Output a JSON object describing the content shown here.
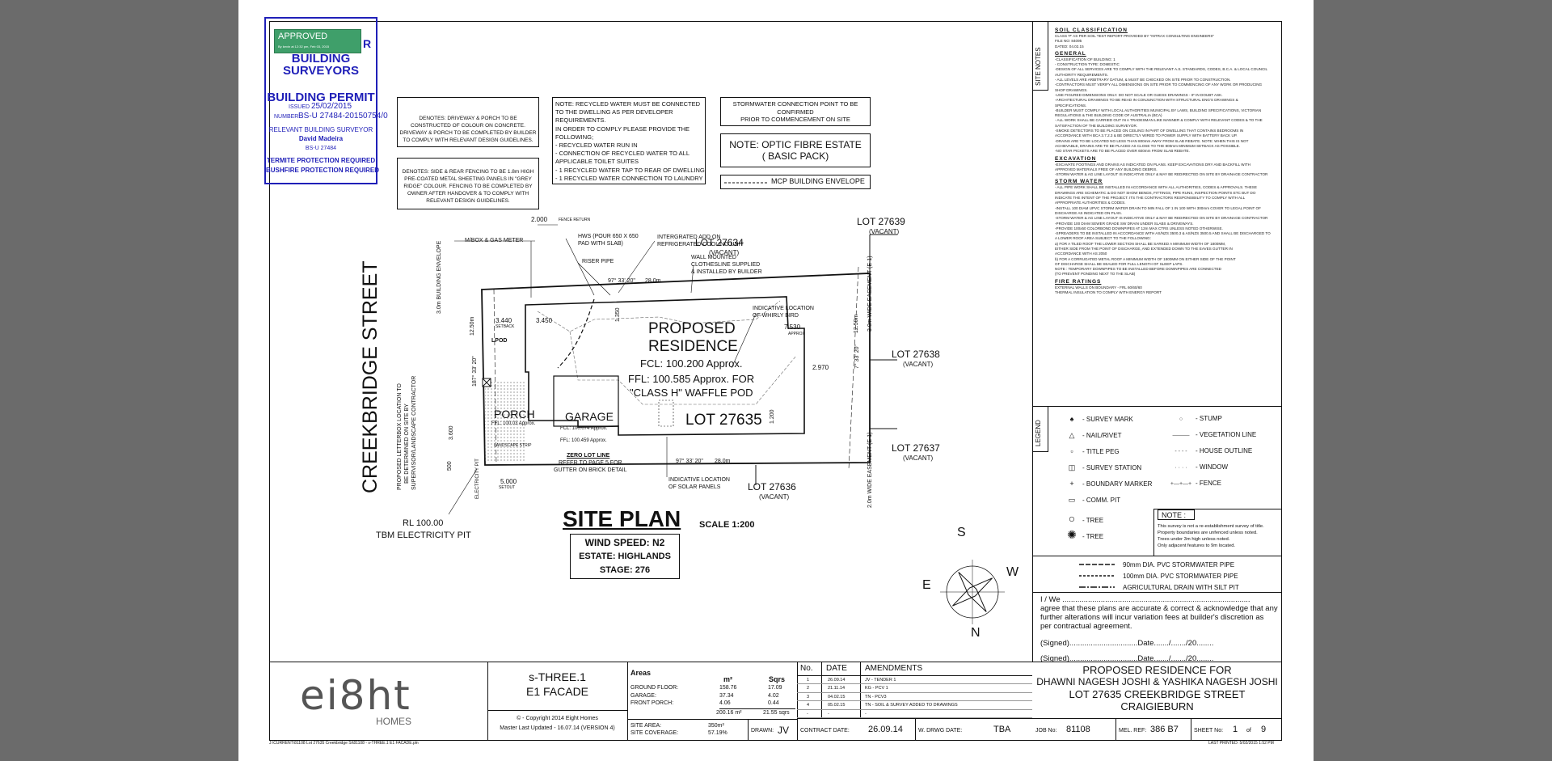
{
  "stamp": {
    "approved": "APPROVED",
    "approved_sub": "By kevin at 12:32 pm, Feb 03, 2015",
    "company_r": "R",
    "company_line1": "BUILDING",
    "company_line2": "SURVEYORS",
    "permit_title": "BUILDING PERMIT",
    "issued_label": "ISSUED",
    "issued_date": "25/02/2015",
    "number_label": "NUMBER",
    "number_value": "BS-U 27484-20150754/0",
    "rbs_label": "RELEVANT BUILDING SURVEYOR",
    "rbs_name": "David Madeira",
    "rbs_reg": "BS-U 27484",
    "termite": "TERMITE PROTECTION REQUIRED",
    "bushfire": "BUSHFIRE PROTECTION REQUIRED"
  },
  "notes": {
    "denotes1": [
      "DENOTES: DRIVEWAY & PORCH TO BE",
      "CONSTRUCTED OF COLOUR ON CONCRETE.",
      "DRIVEWAY & PORCH TO BE COMPLETED BY BUILDER",
      "TO COMPLY WITH RELEVANT DESIGN GUIDELINES."
    ],
    "denotes2": [
      "DENOTES: SIDE & REAR FENCING TO BE 1.8m HIGH",
      "PRE-COATED METAL SHEETING PANELS IN \"GREY",
      "RIDGE\" COLOUR. FENCING TO BE COMPLETED BY",
      "OWNER AFTER HANDOVER & TO COMPLY WITH",
      "RELEVANT DESIGN GUIDELINES."
    ],
    "recycled": [
      "NOTE: RECYCLED WATER MUST BE CONNECTED",
      "TO THE DWELLING AS PER DEVELOPER",
      "REQUIREMENTS.",
      "IN ORDER TO COMPLY PLEASE PROVIDE THE",
      "FOLLOWING;",
      "- RECYCLED WATER RUN IN",
      "- CONNECTION OF RECYCLED WATER TO ALL",
      "APPLICABLE TOILET SUITES",
      "- 1 RECYCLED WATER TAP TO REAR OF DWELLING",
      "- 1 RECYCLED WATER CONNECTION TO LAUNDRY"
    ],
    "stormwater": [
      "STORMWATER CONNECTION POINT TO BE",
      "CONFIRMED",
      "PRIOR TO COMMENCEMENT ON SITE"
    ],
    "optic": [
      "NOTE: OPTIC FIBRE ESTATE",
      "( BASIC PACK)"
    ],
    "envelope": "MCP BUILDING ENVELOPE"
  },
  "plan": {
    "street": "CREEKBRIDGE STREET",
    "lot_main": "LOT 27635",
    "lots": [
      "LOT 27639",
      "LOT 27634",
      "LOT 27638",
      "LOT 27637",
      "LOT 27636"
    ],
    "vacant": "(VACANT)",
    "proposed": [
      "PROPOSED",
      "RESIDENCE"
    ],
    "fcl": "FCL: 100.200 Approx.",
    "ffl": "FFL: 100.585 Approx. FOR",
    "pod": "\"CLASS H\" WAFFLE POD",
    "porch": "PORCH",
    "porch_ffl": "FFL: 100.03 Approx.",
    "garage": "GARAGE",
    "garage_fcl": "FCL: 100.074 Approx.",
    "garage_ffl": "FFL: 100.459 Approx.",
    "lpod": "LPOD",
    "labels": {
      "mbox": "M/BOX & GAS METER",
      "fence_return": "FENCE RETURN",
      "hws": [
        "HWS (POUR 650 X 650",
        "PAD WITH SLAB)"
      ],
      "riser": "RISER PIPE",
      "integrated": [
        "INTERGRATED ADD ON",
        "REFRIGERATED COOLING UNIT"
      ],
      "clothesline": [
        "WALL MOUNTED",
        "CLOTHESLINE SUPPLIED",
        "& INSTALLED BY BUILDER"
      ],
      "whirly": [
        "INDICATIVE LOCATION",
        "OF WHIRLY BIRD"
      ],
      "solar": [
        "INDICATIVE LOCATION",
        "OF SOLAR PANELS"
      ],
      "zero_lot": "ZERO LOT LINE",
      "zero_lot_ref": [
        "REFER TO PAGE 5 FOR",
        "GUTTER ON BRICK DETAIL"
      ],
      "letterbox": [
        "PROPOSED LETTERBOX LOCATION TO",
        "BE DETERMINED ON SITE BY",
        "SUPERVISOR/LANDSCAPE CONTRACTOR"
      ],
      "envelope_3": "3.0m BUILDING ENVELOPE",
      "easement1": "3.0m WIDE EASEMENT (E-1)",
      "easement2": "2.0m WIDE EASEMENT (E-1)",
      "landscape": "LANDSCAPE STRIP",
      "setback": "SETBACK",
      "setout": "SETOUT",
      "approx": "APPROX",
      "electricity": "ELECTRICITY PIT"
    },
    "dims": {
      "d2000": "2.000",
      "d3440": "3.440",
      "d3450": "3.450",
      "d1350": "1.350",
      "d7530": "7.530",
      "d2970": "2.970",
      "d1200": "1.200",
      "d3600": "3.600",
      "d5000": "5.000",
      "d500": "500",
      "d12500": "12.50m",
      "d12500b": "12.50m",
      "b97": "97° 33' 20\"",
      "b28": "28.0m",
      "b187": "187° 33' 20\"",
      "b7": "7° 33' 20\""
    },
    "rl": "RL 100.00",
    "tbm": "TBM ELECTRICITY PIT",
    "site_plan": "SITE PLAN",
    "scale": "SCALE 1:200",
    "wind": "WIND SPEED: N2",
    "estate": "ESTATE: HIGHLANDS",
    "stage": "STAGE: 276",
    "compass": {
      "s": "S",
      "w": "W",
      "e": "E",
      "n": "N"
    }
  },
  "site_notes": {
    "side_title": "SITE NOTES",
    "soil_title": "SOIL CLASSIFICATION",
    "soil_lines": [
      "CLASS 'P' AS PER SOIL TEST REPORT PROVIDED BY \"INTRAX CONSULTING ENGINEERS\"",
      "FILE NO: 84095",
      "DATED: 04.02.15"
    ],
    "general_title": "GENERAL",
    "general_lines": [
      "-CLASSIFICATION OF BUILDING: 1",
      "- CONSTRUCTION TYPE: DOMESTIC",
      "-DESIGN OF ALL SERVICES ARE TO COMPLY WITH THE RELEVANT A.S. STANDARDS, CODES, B.C.A. & LOCAL COUNCIL",
      "AUTHORITY REQUIREMENTS.",
      "- ALL LEVELS ARE ARBITRARY DATUM, & MUST BE CHECKED ON SITE PRIOR TO CONSTRUCTION.",
      "-CONTRACTORS MUST VERIFY ALL DIMENSIONS ON SITE PRIOR TO COMMENCING OF ANY WORK OR PRODUCING",
      "SHOP DRAWINGS.",
      "-USE FIGURED DIMENSIONS ONLY. DO NOT SCALE OR GUESS DRAWINGS - IF IN DOUBT ASK.",
      "-ARCHITECTURAL DRAWINGS TO BE READ IN CONJUNCTION WITH STRUCTURAL ENG'S DRAWINGS &",
      "SPECIFICATIONS.",
      "-BUILDER MUST COMPLY WITH LOCAL AUTHORITIES MUNICIPAL BY LAWS, BUILDING SPECIFICATIONS, VICTORIAN",
      "REGULATIONS & THE BUILDING CODE OF AUSTRALIA (BCA)",
      "- ALL WORK SHALL BE CARRIED OUT IN A TRADESMAN LIKE MANNER & COMPLY WITH RELEVANT CODES & TO THE",
      "SATISFACTION OF THE BUILDING SURVEYOR.",
      "-SMOKE DETECTORS TO BE PLACED ON CEILING IN PART OF DWELLING THAT CONTAINS BEDROOMS IN",
      "ACCORDANCE WITH BCA 3.7.2.3 & BE DIRECTLY WIRED TO POWER SUPPLY WITH BATTERY BACK UP.",
      "-DRAINS ARE TO BE LOCATED NO LESS THAN 800mm AWAY FROM SLAB REBATE. NOTE: WHEN THIS IS NOT",
      "ACHIEVABLE, DRAINS ARE TO BE PLACED AS CLOSE TO THE 800mm MINIMUM SETBACK AS POSSIBLE.",
      "-NO STAR PICKETS ARE TO BE PLACED OVER 600mm FROM SLAB REBATE."
    ],
    "excavation_title": "EXCAVATION",
    "excavation_lines": [
      "-EXCAVATE FOOTINGS AND DRAINS AS INDICATED ON PLANS. KEEP EXCAVATIONS DRY AND BACKFILL WITH",
      "APPROVED MATERIALS FREE OF ANY BUILDING DEBRIS.",
      "-STORM WATER & AG LINE LAYOUT IS INDICATIVE ONLY & MAY BE REDIRECTED ON SITE BY DRAINAGE CONTRACTOR"
    ],
    "storm_title": "STORM WATER",
    "storm_lines": [
      "- ALL PIPE WORK SHALL BE INSTALLED IN ACCORDANCE WITH ALL AUTHORITIES, CODES & APPROVALS. THESE",
      "DRAWINGS ARE SCHEMATIC & DO NOT SHOW BENDS, FITTINGS, PIPE RUNS, INSPECTION POINTS ETC BUT DO",
      "INDICATE THE INTENT OF THE PROJECT. ITS THE CONTRACTORS RESPONSIBILITY TO COMPLY WITH ALL",
      "APPROPRIATE AUTHORITIES & CODES.",
      "-INSTALL 100 DIAM UPVC STORM WATER DRAIN TO MIN FALL OF 1 IN 100 WITH 300mm COVER TO LEGAL POINT OF",
      "DISCHARGE AS INDICATED ON PLAN.",
      "-STORM WATER & AG LINE LAYOUT IS INDICATIVE ONLY & MAY BE REDIRECTED ON SITE BY DRAINAGE CONTRACTOR",
      "-PROVIDE 100 DIAM SEWER GRADE SW DRAIN UNDER SLABS & DRIVEWAYS.",
      "-PROVIDE 100x50 COLORBOND DOWNPIPES AT 12m MAX CTRS UNLESS NOTED OTHERWISE.",
      "-SPREADERS TO BE INSTALLED IN ACCORDANCE WITH AS/NZS 3500.3 & AS/NZS 3500.5 AND SHALL BE DISCHARGED TO",
      "A LOWER ROOF AREA SUBJECT TO THE FOLLOWING:",
      "a)     FOR A TILED ROOF THE LOWER SECTION SHALL BE SARKED A MINIMUM WIDTH OF 1800MM,",
      "        EITHER SIDE FROM THE POINT OF DISCHARGE, AND EXTENDED DOWN TO THE EAVES GUTTER IN",
      "        ACCORDANCE WITH AS 2050",
      "b)     FOR A CORRUGATED METAL ROOF A MINIMUM WIDTH OF 1800MM ON EITHER SIDE OF THE POINT",
      "        OF DISCHARGE SHALL BE SEALED FOR FULL LENGTH OF SLEEP LAPS."
    ],
    "note_line1": "NOTE :      TEMPORARY DOWNPIPES TO BE INSTALLED BEFORE DOWNPIPES ARE CONNECTED",
    "note_line2": "                 (TO PREVENT PONDING NEXT TO THE SLAB)",
    "fire_title": "FIRE RATINGS",
    "fire_lines": [
      "EXTERNAL WALLS ON BOUNDARY - FRL 60/60/60",
      "THERMAL INSULATION TO COMPLY WITH ENERGY REPORT"
    ]
  },
  "legend": {
    "side_title": "LEGEND",
    "left": [
      "- SURVEY MARK",
      "- NAIL/RIVET",
      "- TITLE PEG",
      "- SURVEY STATION",
      "- BOUNDARY MARKER",
      "- COMM. PIT",
      "- TREE",
      "- TREE"
    ],
    "right": [
      "- STUMP",
      "- VEGETATION LINE",
      "- HOUSE OUTLINE",
      "- WINDOW",
      "- FENCE"
    ],
    "note_title": "NOTE :",
    "note_lines": [
      "This survey is not a re-establishment survey of title.",
      "Property boundaries are unfenced unless noted.",
      "Trees under 3m high unless noted.",
      "Only adjacent features to 9m located."
    ],
    "pipes": [
      "90mm DIA. PVC STORMWATER PIPE",
      "100mm DIA. PVC STORMWATER PIPE",
      "AGRICULTURAL DRAIN WITH SILT PIT"
    ]
  },
  "agreement": {
    "line0": "I / We ........................................................................................",
    "lines": [
      "agree that these plans are accurate & correct & acknowledge that any",
      "further alterations will incur variation fees at builder's discretion as",
      "per contractual agreement."
    ],
    "signed": "(Signed)................................Date......./......./20........"
  },
  "title_block": {
    "logo_text": "ei8ht",
    "logo_homes": "HOMES",
    "design": "s-THREE.1",
    "facade": "E1 FACADE",
    "copyright": "© - Copyright 2014 Eight Homes",
    "master": "Master Last Updated - 16.07.14 (VERSION 4)",
    "areas_title": "Areas",
    "areas_headers": [
      "m²",
      "Sqrs"
    ],
    "areas_rows": [
      [
        "GROUND FLOOR:",
        "158.76",
        "17.09"
      ],
      [
        "GARAGE:",
        "37.34",
        "4.02"
      ],
      [
        "FRONT PORCH:",
        "4.06",
        "0.44"
      ]
    ],
    "areas_total": [
      "200.16 m²",
      "21.55 sqrs"
    ],
    "site_area_label": "SITE AREA:",
    "site_area": "350m²",
    "site_cov_label": "SITE COVERAGE:",
    "site_cov": "57.19%",
    "drawn_label": "DRAWN:",
    "drawn": "JV",
    "amend_headers": [
      "No.",
      "DATE",
      "AMENDMENTS"
    ],
    "amend_rows": [
      [
        "1",
        "26.09.14",
        "JV - TENDER 1"
      ],
      [
        "2",
        "21.11.14",
        "KG - PCV 1"
      ],
      [
        "3",
        "04.02.15",
        "TN - PCV3"
      ],
      [
        "4",
        "05.02.15",
        "TN - SOIL & SURVEY ADDED TO DRAWINGS"
      ],
      [
        "-",
        "-",
        "-"
      ]
    ],
    "contract_label": "CONTRACT DATE:",
    "contract_date": "26.09.14",
    "wdrwg_label": "W. DRWG DATE:",
    "wdrwg": "TBA",
    "proposed_for": "PROPOSED RESIDENCE FOR",
    "owners": "DHAWNI NAGESH JOSHI & YASHIKA NAGESH JOSHI",
    "address": "LOT 27635 CREEKBRIDGE STREET",
    "suburb": "CRAIGIEBURN",
    "job_label": "JOB No:",
    "job": "81108",
    "mel_label": "MEL. REF:",
    "mel": "386 B7",
    "sheet_label": "SHEET No:",
    "sheet": "1",
    "of": "of",
    "sheets": "9",
    "last_printed": "LAST PRINTED: 5/02/2015 1:52 PM",
    "file_path": "J:\\CURRENT\\81108 Lot 27635 Creekbridge St\\81108 - s-THREE.1 E1 FACADE.pln"
  },
  "colors": {
    "stamp_blue": "#1f1fb8",
    "approved_green": "#3f9f6a",
    "viewer_bg": "#6b6b6b"
  }
}
